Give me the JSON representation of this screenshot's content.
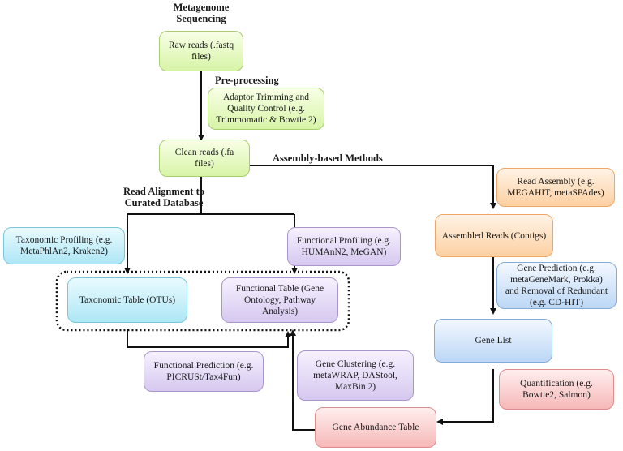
{
  "labels": {
    "metagenome_sequencing": "Metagenome\nSequencing",
    "pre_processing": "Pre-processing",
    "assembly_based": "Assembly-based Methods",
    "read_alignment": "Read Alignment to\nCurated Database"
  },
  "nodes": {
    "raw_reads": "Raw reads (.fastq\nfiles)",
    "adaptor_trimming": "Adaptor Trimming and\nQuality Control (e.g.\nTrimmomatic & Bowtie 2)",
    "clean_reads": "Clean reads (.fa\nfiles)",
    "read_assembly": "Read Assembly (e.g.\nMEGAHIT, metaSPAdes)",
    "assembled_reads": "Assembled Reads (Contigs)",
    "gene_prediction": "Gene Prediction (e.g.\nmetaGeneMark, Prokka)\nand Removal of Redundant\n(e.g. CD-HIT)",
    "gene_list": "Gene List",
    "quantification": "Quantification (e.g.\nBowtie2, Salmon)",
    "gene_abundance": "Gene Abundance Table",
    "taxonomic_profiling": "Taxonomic Profiling (e.g.\nMetaPhlAn2, Kraken2)",
    "functional_profiling": "Functional Profiling (e.g.\nHUMAnN2, MeGAN)",
    "taxonomic_table": "Taxonomic Table (OTUs)",
    "functional_table": "Functional Table (Gene\nOntology, Pathway\nAnalysis)",
    "functional_prediction": "Functional Prediction (e.g.\nPICRUSt/Tax4Fun)",
    "gene_clustering": "Gene Clustering (e.g.\nmetaWRAP, DAStool,\nMaxBin 2)"
  },
  "colors": {
    "green": "#d7f4a7",
    "orange": "#fdd0a2",
    "blue": "#bcd7f6",
    "cyan": "#aee6f5",
    "purple": "#d6c8ef",
    "red": "#f6b8b8",
    "line": "#111111"
  }
}
